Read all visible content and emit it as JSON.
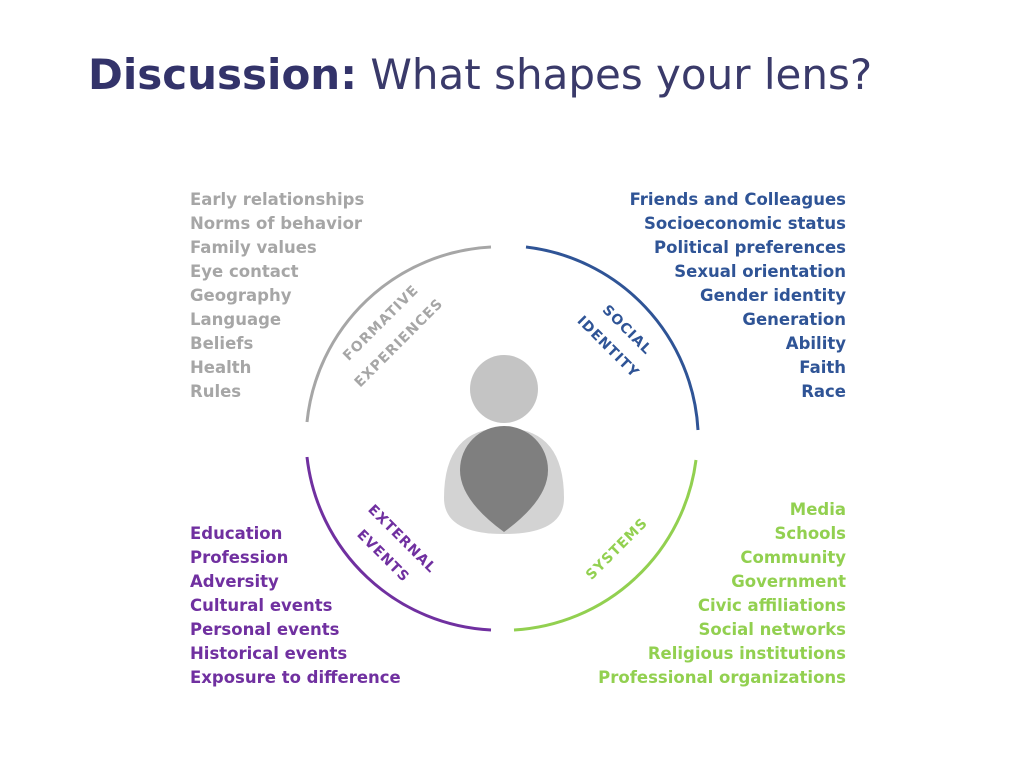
{
  "title": {
    "bold": "Discussion:",
    "rest": "What shapes your lens?"
  },
  "colors": {
    "formative": "#a6a6a6",
    "social": "#2f5496",
    "external": "#7030a0",
    "systems": "#92d050",
    "person": "#7f7f7f"
  },
  "icons": {
    "center": "person-icon"
  },
  "quadrants": {
    "formative": {
      "label_line1": "FORMATIVE",
      "label_line2": "EXPERIENCES",
      "items": [
        "Early relationships",
        "Norms of behavior",
        "Family values",
        "Eye contact",
        "Geography",
        "Language",
        "Beliefs",
        "Health",
        "Rules"
      ]
    },
    "social": {
      "label_line1": "SOCIAL",
      "label_line2": "IDENTITY",
      "items": [
        "Friends and Colleagues",
        "Socioeconomic status",
        "Political preferences",
        "Sexual orientation",
        "Gender identity",
        "Generation",
        "Ability",
        "Faith",
        "Race"
      ]
    },
    "external": {
      "label_line1": "EXTERNAL",
      "label_line2": "EVENTS",
      "items": [
        "Education",
        "Profession",
        "Adversity",
        "Cultural events",
        "Personal events",
        "Historical events",
        "Exposure to difference"
      ]
    },
    "systems": {
      "label_line1": "SYSTEMS",
      "items": [
        "Media",
        "Schools",
        "Community",
        "Government",
        "Civic affiliations",
        "Social networks",
        "Religious institutions",
        "Professional organizations"
      ]
    }
  }
}
